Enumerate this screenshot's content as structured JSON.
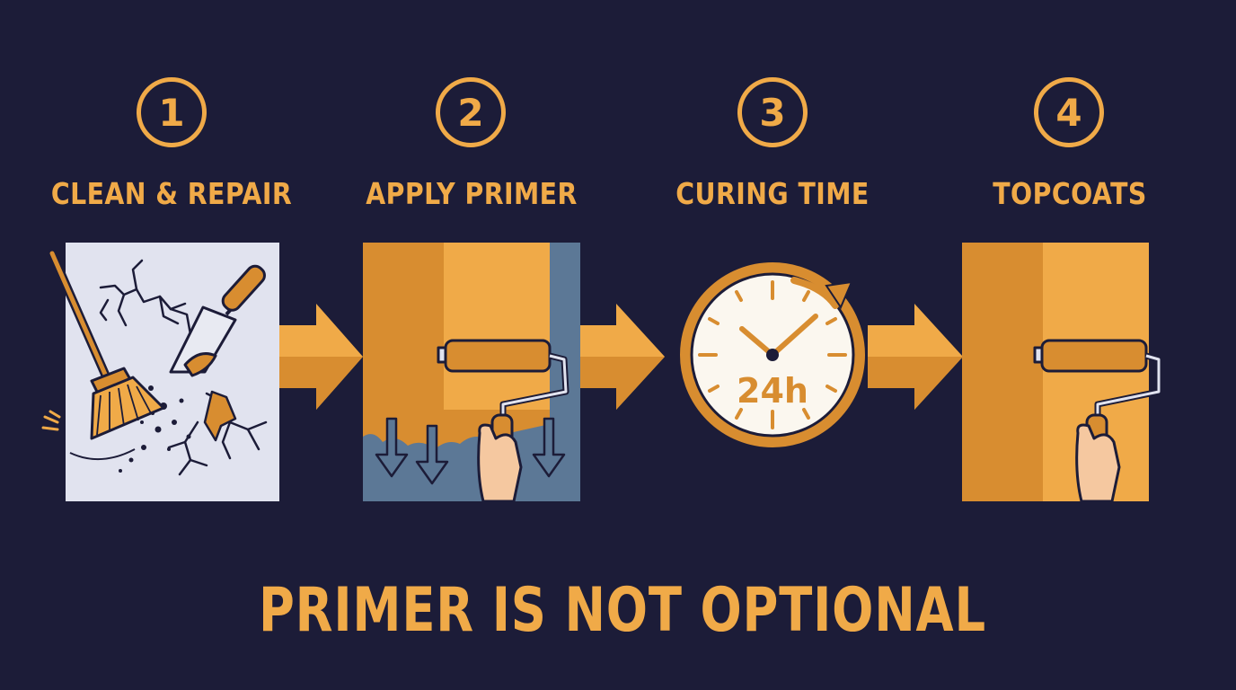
{
  "steps": [
    {
      "number": "1",
      "title": "CLEAN & REPAIR"
    },
    {
      "number": "2",
      "title": "APPLY PRIMER"
    },
    {
      "number": "3",
      "title": "CURING TIME",
      "clock_label": "24h"
    },
    {
      "number": "4",
      "title": "TOPCOATS"
    }
  ],
  "slogan": "PRIMER IS NOT OPTIONAL",
  "colors": {
    "background": "#1c1c38",
    "accent": "#f0aa48",
    "accent_dark": "#d88d30",
    "wall": "#e1e3ef",
    "wet_wall": "#5c7896"
  }
}
